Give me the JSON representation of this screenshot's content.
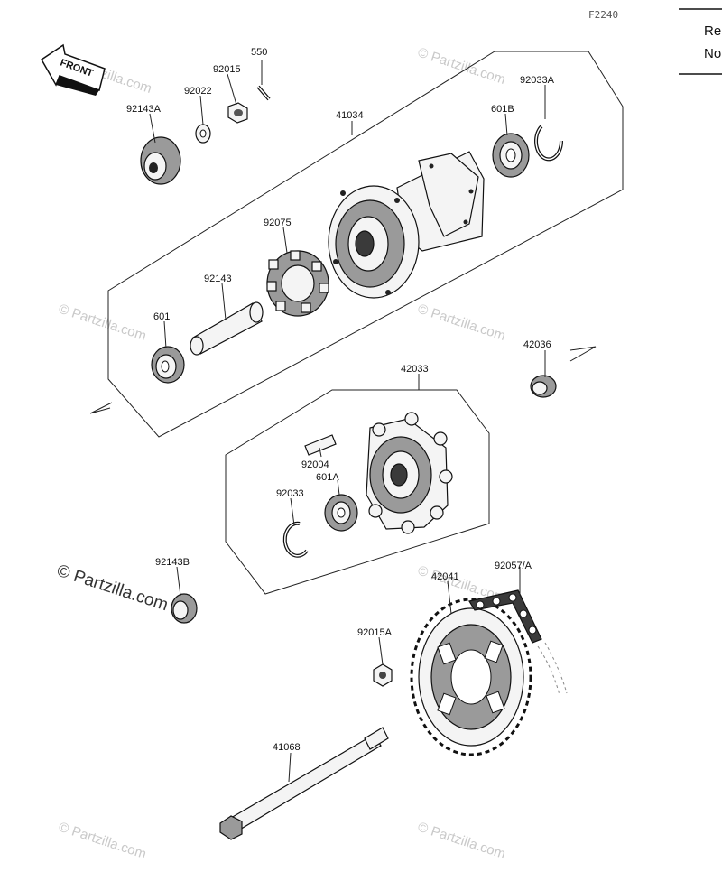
{
  "diagram_code": "F2240",
  "side_panel": {
    "line1": "Re",
    "line2": "No"
  },
  "front_label": "FRONT",
  "watermark": "© Partzilla.com",
  "watermark_small": "© Partzilla.com",
  "parts": {
    "p550": "550",
    "p92015": "92015",
    "p92022": "92022",
    "p92143A": "92143A",
    "p41034": "41034",
    "p92033A": "92033A",
    "p601B": "601B",
    "p92075": "92075",
    "p92143": "92143",
    "p601": "601",
    "p42036": "42036",
    "p42033": "42033",
    "p92004": "92004",
    "p601A": "601A",
    "p92033": "92033",
    "p92143B": "92143B",
    "p42041": "42041",
    "p92057A": "92057/A",
    "p92015A": "92015A",
    "p41068": "41068"
  }
}
